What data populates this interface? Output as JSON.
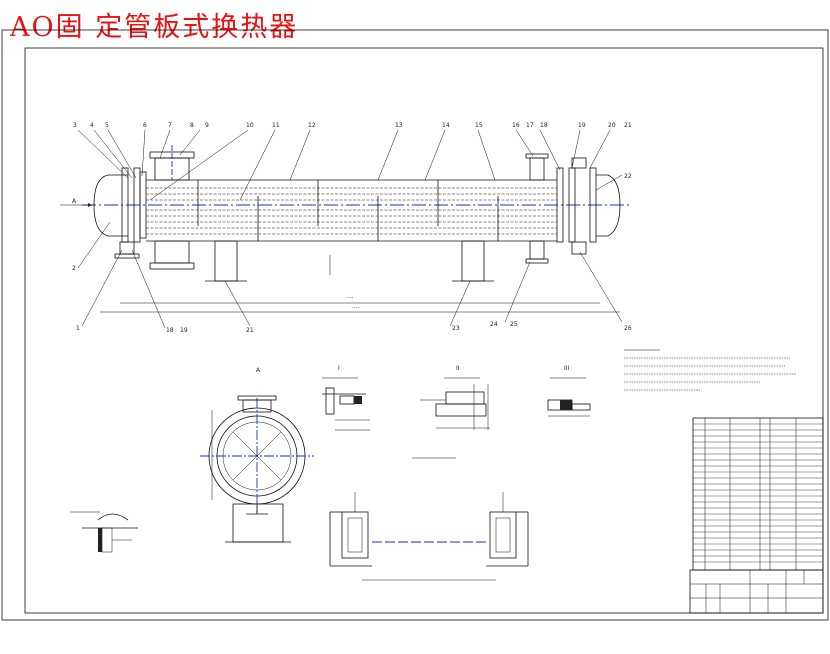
{
  "title": "AO固 定管板式换热器",
  "colors": {
    "title": "#ee1111",
    "line": "#111111",
    "center_line": "#1a2bd6"
  },
  "callouts": {
    "top": [
      "3",
      "4",
      "5",
      "6",
      "7",
      "8",
      "9",
      "10",
      "11",
      "12",
      "13",
      "14",
      "15",
      "16",
      "17",
      "18",
      "19",
      "20",
      "21"
    ],
    "bottom": [
      "1",
      "18",
      "19",
      "21",
      "23",
      "24",
      "25",
      "26"
    ],
    "side": [
      "2",
      "22",
      "A"
    ]
  },
  "section_labels": [
    "A",
    "I",
    "II",
    "III"
  ]
}
